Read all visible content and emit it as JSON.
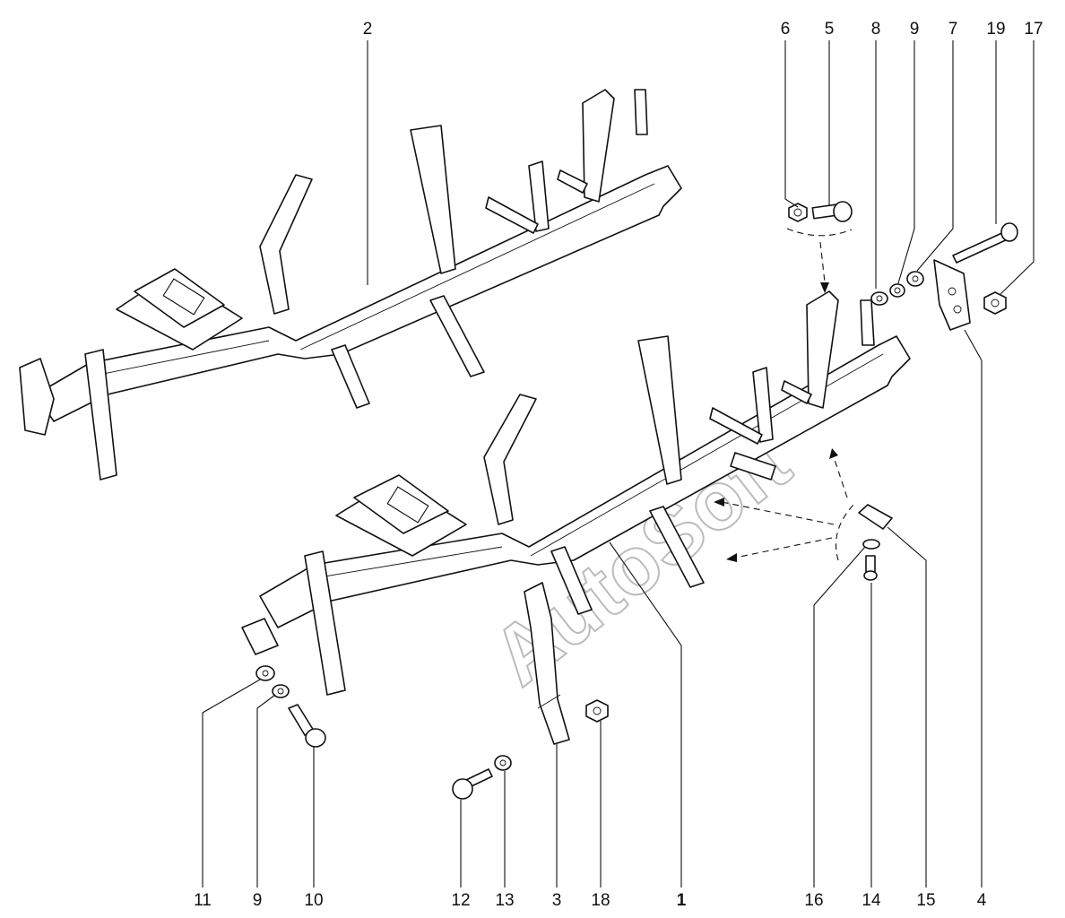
{
  "watermark": "AutoSoft",
  "callouts": {
    "top": [
      "2",
      "6",
      "5",
      "8",
      "9",
      "7",
      "19",
      "17"
    ],
    "bottom": [
      "11",
      "9",
      "10",
      "12",
      "13",
      "3",
      "18",
      "1",
      "16",
      "14",
      "15",
      "4"
    ]
  },
  "colors": {
    "line": "#111111",
    "watermark": "#bcbcbc",
    "background": "#ffffff"
  }
}
